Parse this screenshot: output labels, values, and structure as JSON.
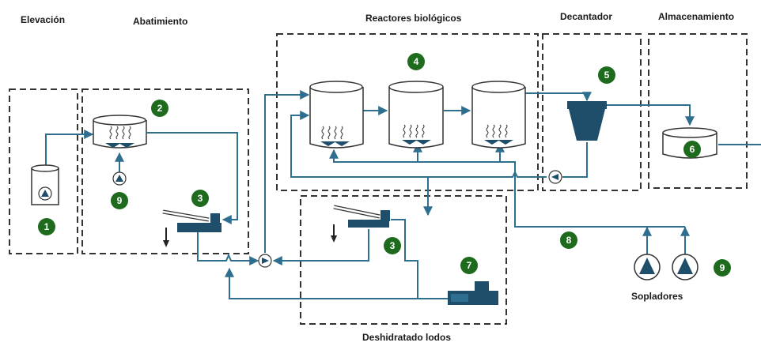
{
  "colors": {
    "accent": "#2e6e8e",
    "dark_blue": "#1f4e6b",
    "badge_green": "#1e6b1e",
    "box_dash": "#333333",
    "arrow_black": "#222222"
  },
  "sections": {
    "elevacion": "Elevación",
    "abatimiento": "Abatimiento",
    "reactores": "Reactores biológicos",
    "decantador": "Decantador",
    "almacenamiento": "Almacenamiento",
    "deshidratado": "Deshidratado lodos"
  },
  "labels": {
    "sopladores": "Sopladores"
  },
  "badges": {
    "b1": "1",
    "b2": "2",
    "b3a": "3",
    "b3b": "3",
    "b4": "4",
    "b5": "5",
    "b6": "6",
    "b7": "7",
    "b8": "8",
    "b9a": "9",
    "b9b": "9"
  },
  "icons": {
    "pump": "pump-icon",
    "blower": "blower-icon",
    "screw_separator": "screw-separator-icon",
    "dewatering_unit": "dewatering-unit-icon",
    "diffuser": "diffuser-icon",
    "aeration_wave": "aeration-wave-icon"
  }
}
